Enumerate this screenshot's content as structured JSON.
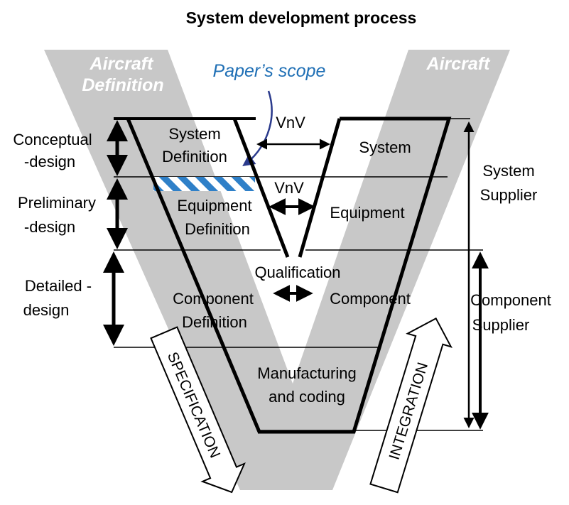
{
  "title": "System development process",
  "v_labels": {
    "left": [
      "Aircraft",
      "Definition"
    ],
    "right": "Aircraft"
  },
  "scope_label": "Paper’s scope",
  "phases": [
    {
      "lines": [
        "Conceptual",
        "-design"
      ]
    },
    {
      "lines": [
        "Preliminary",
        "-design"
      ]
    },
    {
      "lines": [
        "Detailed -",
        "design"
      ]
    }
  ],
  "left_boxes": {
    "system": [
      "System",
      "Definition"
    ],
    "equipment": [
      "Equipment",
      "Definition"
    ],
    "component": [
      "Component",
      "Definition"
    ]
  },
  "right_boxes": {
    "system": "System",
    "equipment": "Equipment",
    "component": "Component"
  },
  "bottom_box": [
    "Manufacturing",
    "and coding"
  ],
  "links": {
    "vnv_top": "VnV",
    "vnv_mid": "VnV",
    "qualification": "Qualification"
  },
  "suppliers": {
    "system": [
      "System",
      "Supplier"
    ],
    "component": [
      "Component",
      "Supplier"
    ]
  },
  "flow_arrows": {
    "specification": "SPECIFICATION",
    "integration": "INTEGRATION"
  },
  "colors": {
    "v_gray": "#c8c8c8",
    "scope_blue": "#1f6fb5",
    "scope_arrow": "#2a3a8c",
    "hatch_blue": "#2f80c8",
    "text": "#000000",
    "v_text": "#ffffff"
  }
}
